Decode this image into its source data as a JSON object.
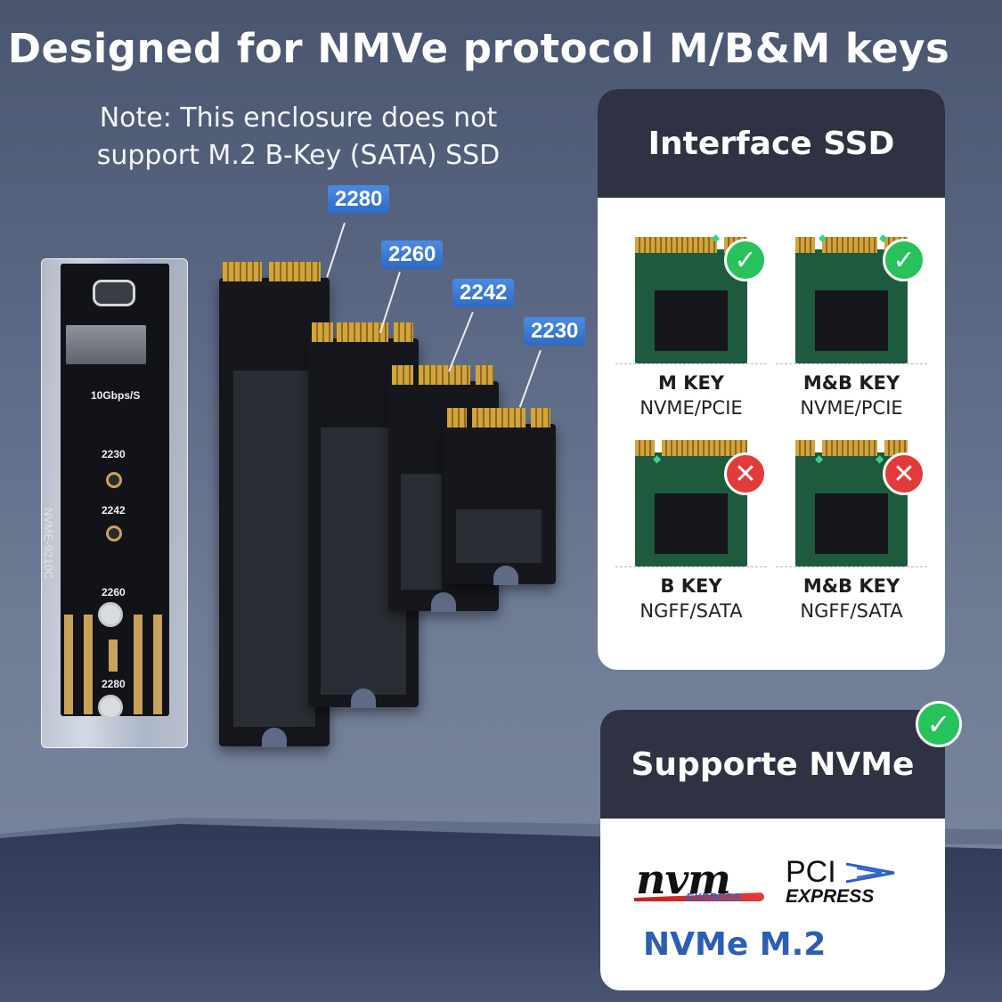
{
  "headline": "Designed for NMVe protocol M/B&M keys",
  "note": {
    "line1": "Note: This enclosure does not",
    "line2": "support M.2 B-Key (SATA) SSD"
  },
  "enclosure": {
    "speed_label": "10Gbps/S",
    "model_label": "NVME-9210C",
    "size_labels": [
      "2230",
      "2242",
      "2260",
      "2280"
    ]
  },
  "ssd_sizes": [
    "2280",
    "2260",
    "2242",
    "2230"
  ],
  "interface_panel": {
    "title": "Interface SSD",
    "keys": [
      {
        "name": "M KEY",
        "protocol": "NVME/PCIE",
        "supported": true,
        "badge": "✓"
      },
      {
        "name": "M&B KEY",
        "protocol": "NVME/PCIE",
        "supported": true,
        "badge": "✓"
      },
      {
        "name": "B KEY",
        "protocol": "NGFF/SATA",
        "supported": false,
        "badge": "✕"
      },
      {
        "name": "M&B KEY",
        "protocol": "NGFF/SATA",
        "supported": false,
        "badge": "✕"
      }
    ]
  },
  "support_panel": {
    "title": "Supporte NVMe",
    "check": "✓",
    "nvm_logo": "nvm",
    "nvm_express": "EXPRESS",
    "pci_logo": "PCI",
    "pci_express": "EXPRESS",
    "product_label": "NVMe M.2"
  },
  "colors": {
    "accent_blue": "#2f69c4",
    "ok_green": "#27c25c",
    "error_red": "#e23b3b",
    "panel_header": "#2e3242"
  }
}
